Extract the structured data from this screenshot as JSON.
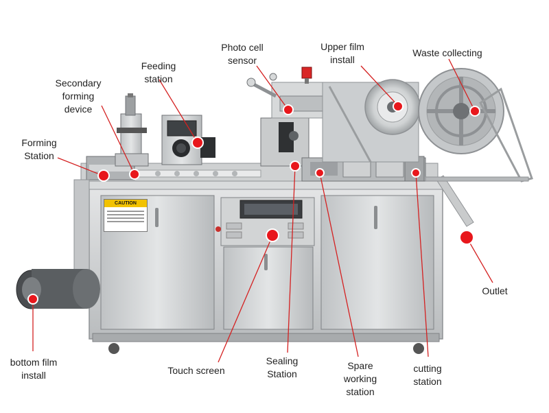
{
  "diagram": {
    "caution_text": "CAUTION",
    "colors": {
      "marker": "#e8171c",
      "leader": "#d42020",
      "metal": "#c9cbcc",
      "frame": "#8e9194"
    },
    "labels": [
      {
        "id": "forming-station",
        "lines": [
          "Forming",
          "Station"
        ]
      },
      {
        "id": "secondary-forming-device",
        "lines": [
          "Secondary",
          "forming",
          "device"
        ]
      },
      {
        "id": "feeding-station",
        "lines": [
          "Feeding",
          "station"
        ]
      },
      {
        "id": "photo-cell-sensor",
        "lines": [
          "Photo cell",
          "sensor"
        ]
      },
      {
        "id": "upper-film-install",
        "lines": [
          "Upper film",
          "install"
        ]
      },
      {
        "id": "waste-collecting",
        "lines": [
          "Waste collecting"
        ]
      },
      {
        "id": "outlet",
        "lines": [
          "Outlet"
        ]
      },
      {
        "id": "bottom-film-install",
        "lines": [
          "bottom film",
          "install"
        ]
      },
      {
        "id": "touch-screen",
        "lines": [
          "Touch screen"
        ]
      },
      {
        "id": "sealing-station",
        "lines": [
          "Sealing",
          "Station"
        ]
      },
      {
        "id": "spare-working-station",
        "lines": [
          "Spare",
          "working",
          "station"
        ]
      },
      {
        "id": "cutting-station",
        "lines": [
          "cutting",
          "station"
        ]
      }
    ]
  }
}
